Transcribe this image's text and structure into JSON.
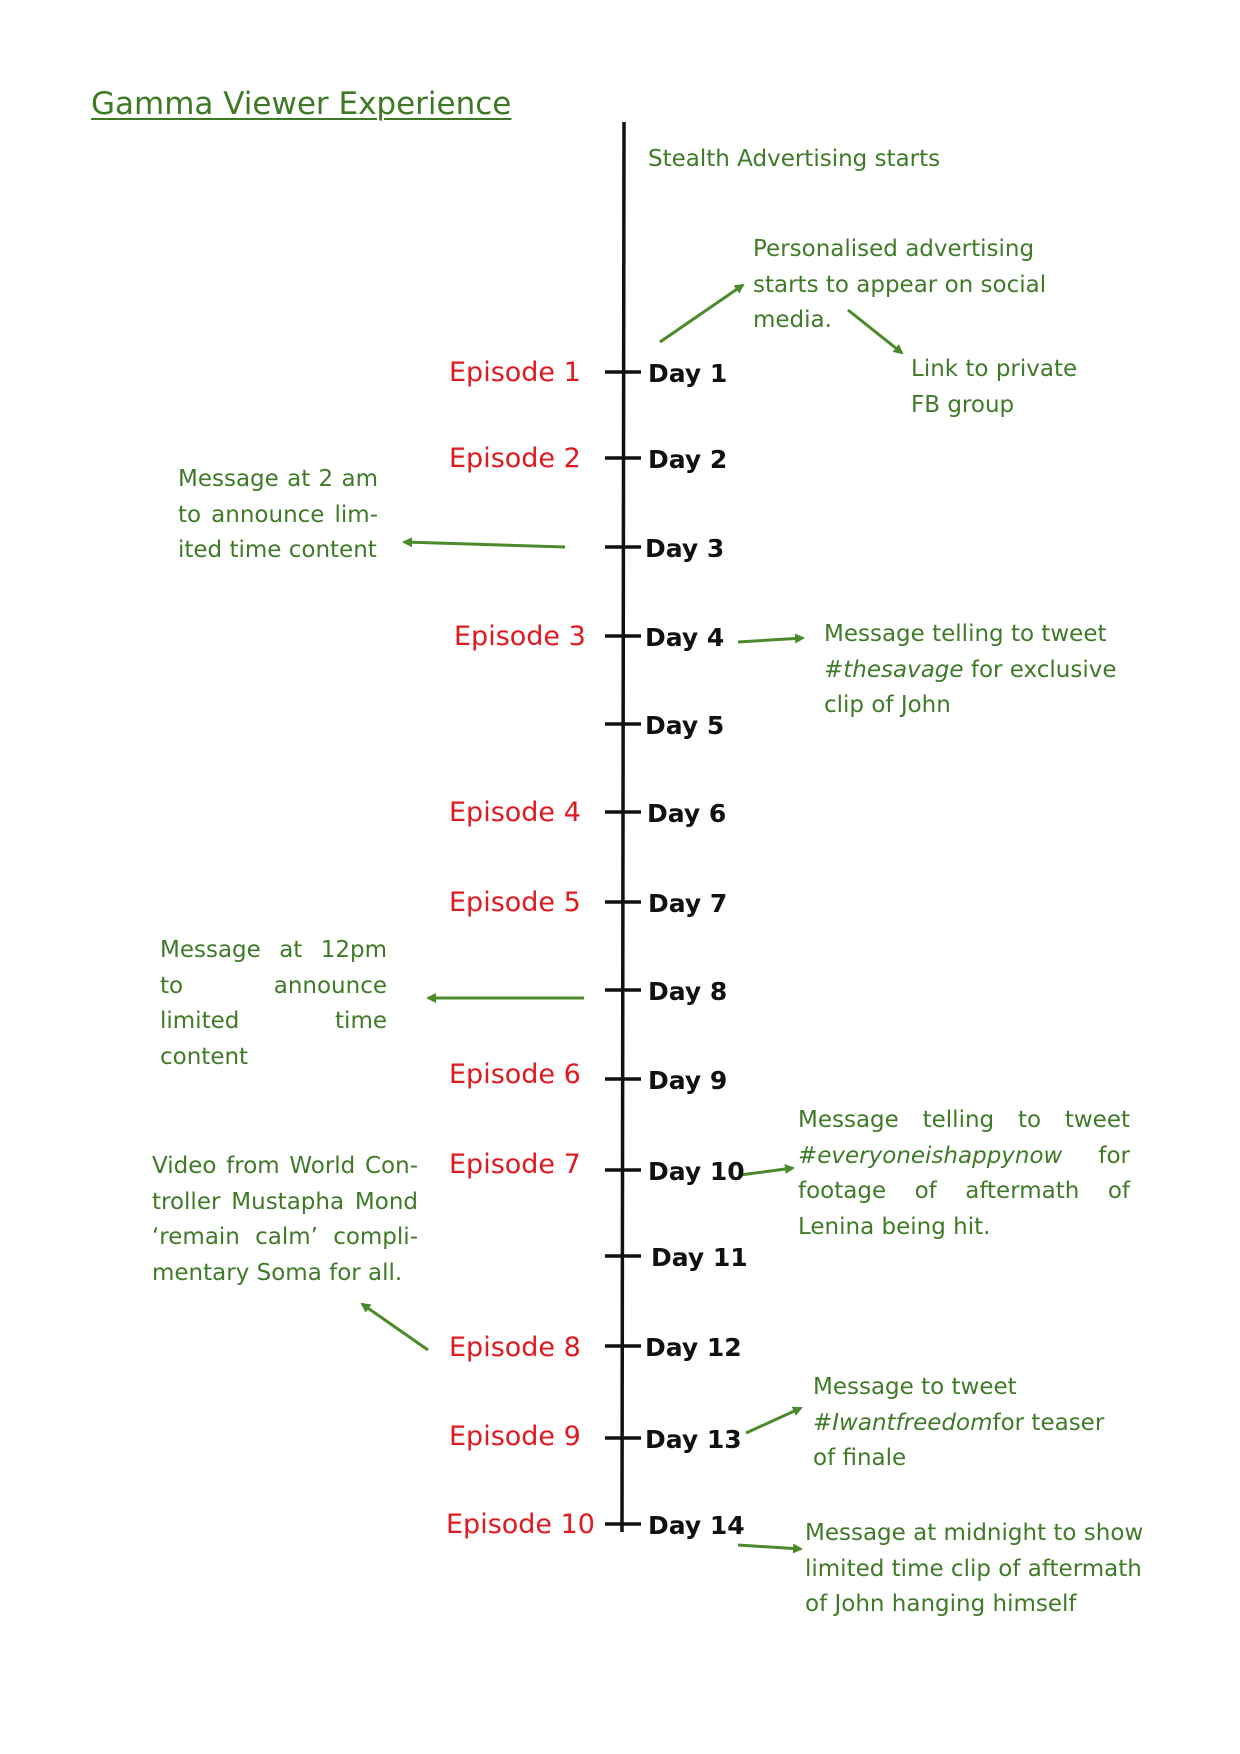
{
  "title": "Gamma Viewer Experience",
  "colors": {
    "episode": "#e0191e",
    "note": "#3f7a28",
    "timeline": "#111111",
    "arrow": "#4a8a2a"
  },
  "episodes": [
    "Episode 1",
    "Episode 2",
    "Episode 3",
    "Episode 4",
    "Episode 5",
    "Episode 6",
    "Episode 7",
    "Episode 8",
    "Episode 9",
    "Episode 10"
  ],
  "days": [
    "Day 1",
    "Day 2",
    "Day 3",
    "Day 4",
    "Day 5",
    "Day 6",
    "Day 7",
    "Day 8",
    "Day 9",
    "Day 10",
    "Day 11",
    "Day 12",
    "Day 13",
    "Day 14"
  ],
  "notes": {
    "stealth": "Stealth Advertising starts",
    "personalised": {
      "line1": "Personalised advertising",
      "line2": "starts to appear on social",
      "line3": "media."
    },
    "fb_group": {
      "line1": "Link to private",
      "line2": "FB group"
    },
    "msg_2am": "Message at 2 am to announce lim-ited time content",
    "tweet_savage": {
      "pre": "Message telling to tweet",
      "tag": "#thesavage",
      "post": " for exclusive clip of John"
    },
    "msg_12pm": "Message at 12pm to announce limited time content",
    "tweet_happy": {
      "pre": "Message telling to tweet",
      "tag": "#everyoneishappynow",
      "post": " for footage of aftermath of Lenina being hit."
    },
    "mond_video": "Video from World Con-troller Mustapha Mond ‘remain calm’ compli-mentary Soma for all.",
    "tweet_freedom": {
      "pre": "Message to tweet",
      "tag": "#Iwantfreedom",
      "post": "for teaser of finale"
    },
    "midnight": {
      "line1": "Message at midnight to show",
      "line2": "limited time clip of aftermath",
      "line3": "of John hanging himself"
    }
  }
}
